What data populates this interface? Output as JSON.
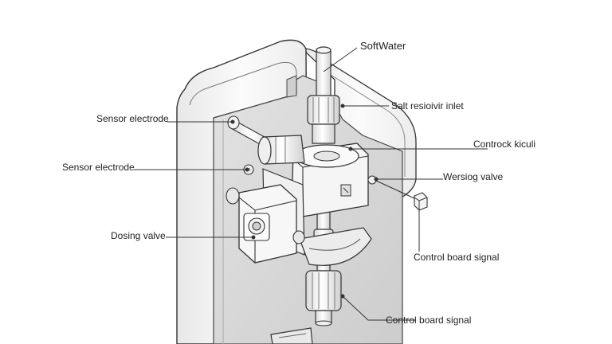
{
  "diagram": {
    "labels": {
      "softwater": "SoftWater",
      "salt_inlet": "Salt resioivir inlet",
      "sensor_electrode_1": "Sensor electrode",
      "control_kiculi": "Controck kiculi",
      "sensor_electrode_2": "Sensor electrode",
      "wersiog_valve": "Wersiog valve",
      "dosing_valve": "Dosing valve",
      "control_board_signal_1": "Control board signal",
      "control_board_signal_2": "Control board signal"
    },
    "colors": {
      "line": "#333333",
      "housing_fill": "#f4f4f4",
      "panel_fill": "#dcdcdc",
      "part_fill": "#f7f7f7",
      "shade_fill": "#c8c8c8"
    }
  }
}
